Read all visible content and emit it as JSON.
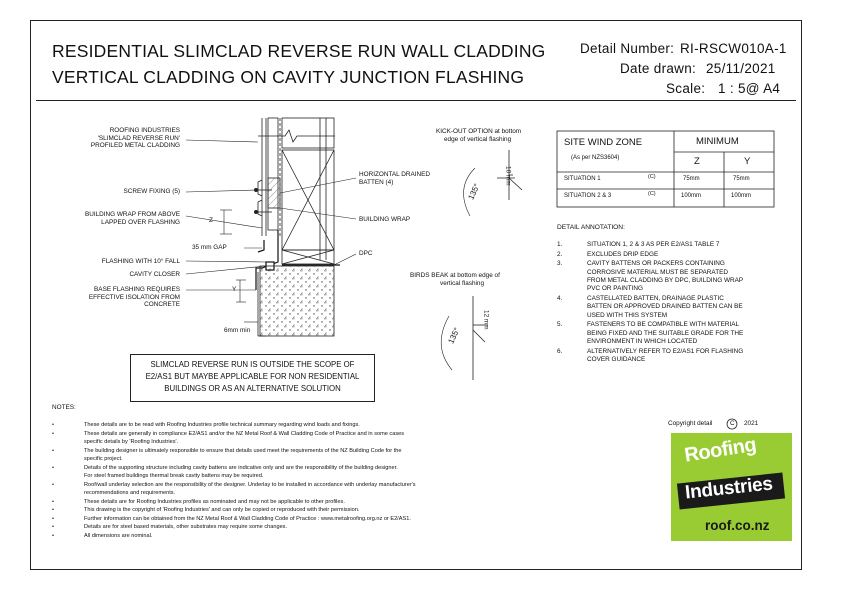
{
  "header": {
    "title_line1": "RESIDENTIAL SLIMCLAD REVERSE RUN WALL CLADDING",
    "title_line2": "VERTICAL CLADDING ON CAVITY JUNCTION FLASHING",
    "detail_number_label": "Detail Number:",
    "detail_number": "RI-RSCW010A-1",
    "date_drawn_label": "Date drawn:",
    "date_drawn": "25/11/2021",
    "scale_label": "Scale:",
    "scale": "1 : 5@ A4"
  },
  "callouts_left": [
    "ROOFING INDUSTRIES",
    "'SLIMCLAD REVERSE RUN'",
    "PROFILED METAL CLADDING",
    "SCREW FIXING (5)",
    "BUILDING WRAP FROM ABOVE",
    "LAPPED OVER FLASHING",
    "35 mm GAP",
    "FLASHING WITH 10° FALL",
    "CAVITY CLOSER",
    "BASE FLASHING REQUIRES",
    "EFFECTIVE ISOLATION FROM",
    "CONCRETE"
  ],
  "callouts_right": {
    "horizontal_batten_1": "HORIZONTAL DRAINED",
    "horizontal_batten_2": "BATTEN (4)",
    "building_wrap": "BUILDING WRAP",
    "dpc": "DPC"
  },
  "dimensions": {
    "z": "Z",
    "y": "Y",
    "six_mm": "6mm min",
    "kickout_dim": "10 mm",
    "kickout_angle": "135°",
    "birdsbeak_dim": "12 mm",
    "birdsbeak_angle": "135°"
  },
  "kickout": {
    "line1": "KICK-OUT OPTION at bottom",
    "line2": "edge of vertical flashing"
  },
  "birdsbeak": {
    "line1": "BIRDS BEAK at bottom edge of",
    "line2": "vertical flashing"
  },
  "scope_note": {
    "line1": "SLIMCLAD REVERSE RUN IS OUTSIDE THE SCOPE OF",
    "line2": "E2/AS1 BUT MAYBE APPLICABLE FOR NON RESIDENTIAL",
    "line3": "BUILDINGS OR AS AN ALTERNATIVE SOLUTION"
  },
  "wind_zone_table": {
    "title": "SITE WIND ZONE",
    "subtitle": "(As per NZS3604)",
    "minimum": "MINIMUM",
    "col_z": "Z",
    "col_y": "Y",
    "rows": [
      {
        "label": "SITUATION 1",
        "ref": "(C)",
        "z": "75mm",
        "y": "75mm"
      },
      {
        "label": "SITUATION 2 & 3",
        "ref": "(C)",
        "z": "100mm",
        "y": "100mm"
      }
    ]
  },
  "detail_annotation": {
    "title": "DETAIL ANNOTATION:",
    "items": [
      {
        "num": "1.",
        "lines": [
          "SITUATION 1, 2 & 3 AS PER E2/AS1 TABLE 7"
        ]
      },
      {
        "num": "2.",
        "lines": [
          "EXCLUDES DRIP EDGE"
        ]
      },
      {
        "num": "3.",
        "lines": [
          "CAVITY BATTENS OR PACKERS CONTAINING",
          "CORROSIVE MATERIAL MUST BE SEPARATED",
          "FROM METAL CLADDING BY DPC, BUILDING WRAP",
          "PVC OR PAINTING"
        ]
      },
      {
        "num": "4.",
        "lines": [
          "CASTELLATED BATTEN, DRAINAGE PLASTIC",
          "BATTEN OR APPROVED DRAINED BATTEN CAN BE",
          "USED WITH THIS SYSTEM"
        ]
      },
      {
        "num": "5.",
        "lines": [
          "FASTENERS TO BE COMPATIBLE WITH MATERIAL",
          "BEING FIXED AND THE SUITABLE GRADE FOR THE",
          "ENVIRONMENT IN WHICH LOCATED"
        ]
      },
      {
        "num": "6.",
        "lines": [
          "ALTERNATIVELY REFER TO E2/AS1 FOR FLASHING",
          "COVER GUIDANCE"
        ]
      }
    ]
  },
  "notes": {
    "title": "NOTES:",
    "bullet": "•",
    "lines": [
      "These details are to be read with Roofing Industries profile technical summary regarding wind loads and fixings.",
      "These details are generally in compliance E2/AS1 and/or the NZ Metal Roof & Wall Cladding Code of Practice and in some cases",
      "specific details by 'Roofing Industries'.",
      "The building designer is ultimately responsible to ensure that details used meet the requirements of the NZ Building Code for the",
      "specific project.",
      "Details of the supporting structure including cavity battens are indicative only and are the responsibility of the building designer.",
      "For steel framed buildings thermal break cavity battens may be required.",
      "Roof/wall underlay selection are the responsibility of the designer. Underlay to be installed in accordance with underlay manufacturer's",
      "recommendations and requirements.",
      "These details are for Roofing Industries profiles as nominated and may not be applicable to other profiles.",
      "This drawing is the copyright of 'Roofing Industries' and can only be copied or reproduced with their permission.",
      "Further information can be obtained from the NZ Metal Roof & Wall Cladding Code of Practice : www.metalroofing.org.nz or E2/AS1.",
      "Details are for steel based materials, other substrates may require some changes.",
      "All dimensions are nominal."
    ],
    "bullet_rows": [
      0,
      1,
      3,
      5,
      7,
      9,
      10,
      11,
      12,
      13
    ]
  },
  "copyright": {
    "text": "Copyright detail",
    "symbol": "C",
    "year": "2021"
  },
  "logo": {
    "line1": "Roofing",
    "line2": "Industries",
    "url": "roof.co.nz",
    "bg_color": "#99cc33",
    "banner_color": "#1a1a1a"
  }
}
